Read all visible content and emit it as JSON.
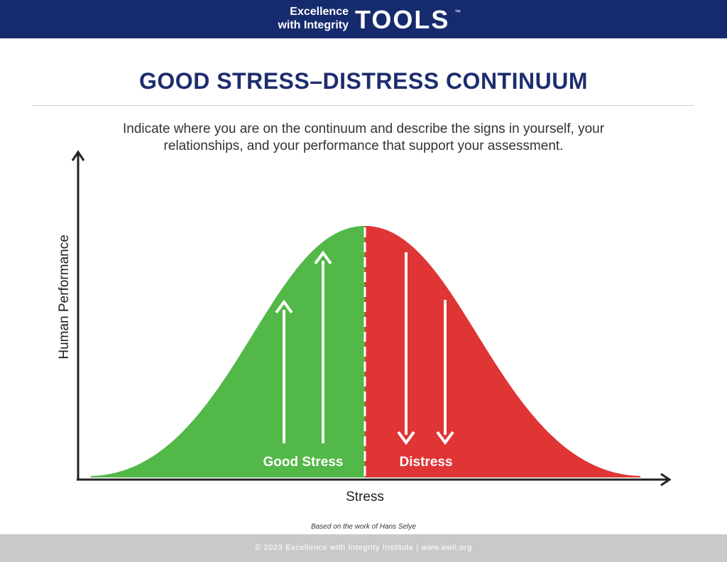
{
  "header": {
    "brand_line1": "Excellence",
    "brand_line2": "with Integrity",
    "brand_tools": "TOOLS",
    "trademark": "™",
    "background_color": "#162a6e"
  },
  "title": "GOOD STRESS–DISTRESS CONTINUUM",
  "instruction_line1": "Indicate where you are on the continuum and describe the signs in yourself, your",
  "instruction_line2": "relationships, and your performance that support your assessment.",
  "diagram": {
    "y_axis_label": "Human Performance",
    "x_axis_label": "Stress",
    "left_region": {
      "label": "Good Stress",
      "color": "#52b848",
      "arrow_direction": "up"
    },
    "right_region": {
      "label": "Distress",
      "color": "#df3535",
      "arrow_direction": "down"
    }
  },
  "credit": "Based on the work of Hans Selye",
  "footer": "© 2023 Excellence with Integrity Institute  |  www.ewii.org"
}
